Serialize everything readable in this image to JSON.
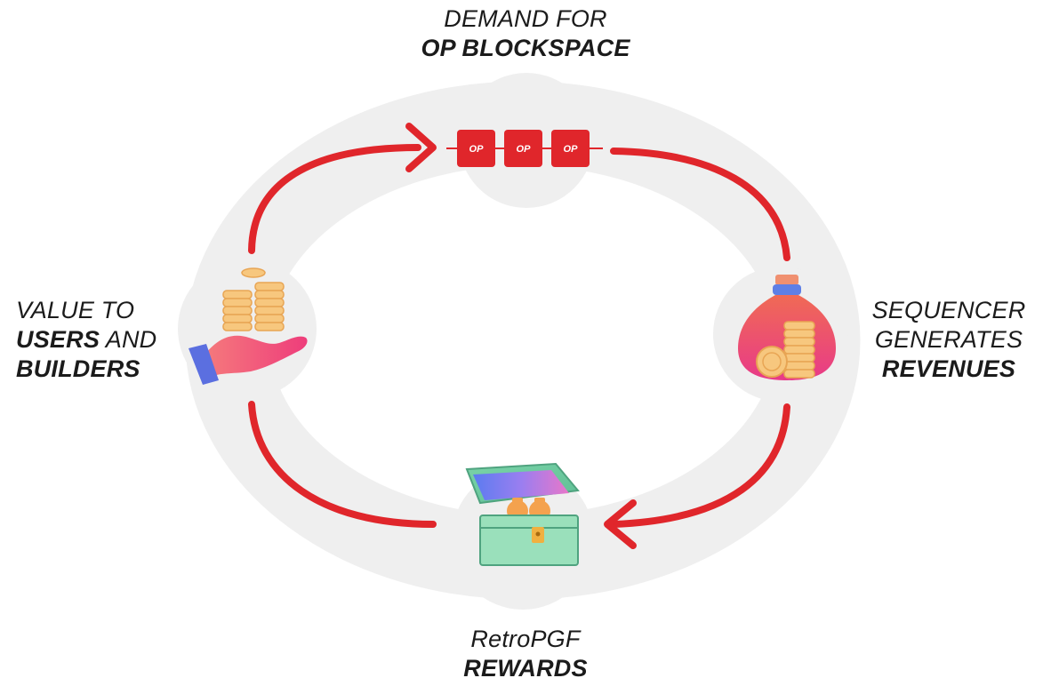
{
  "diagram": {
    "colors": {
      "accent_red": "#e0262b",
      "ring_gray": "#efefef"
    },
    "nodes": {
      "top": {
        "line1": "DEMAND FOR",
        "line2": "OP BLOCKSPACE",
        "icon": "blockchain-blocks-icon",
        "block_label": "OP"
      },
      "right": {
        "line1": "SEQUENCER",
        "line2": "GENERATES",
        "line3": "REVENUES",
        "icon": "money-bag-coins-icon"
      },
      "bottom": {
        "line1": "RetroPGF",
        "line2": "REWARDS",
        "icon": "treasure-chest-icon"
      },
      "left": {
        "line1": "VALUE TO",
        "line2a": "USERS",
        "line2b": " AND",
        "line3": "BUILDERS",
        "icon": "hand-holding-coins-icon"
      }
    }
  }
}
